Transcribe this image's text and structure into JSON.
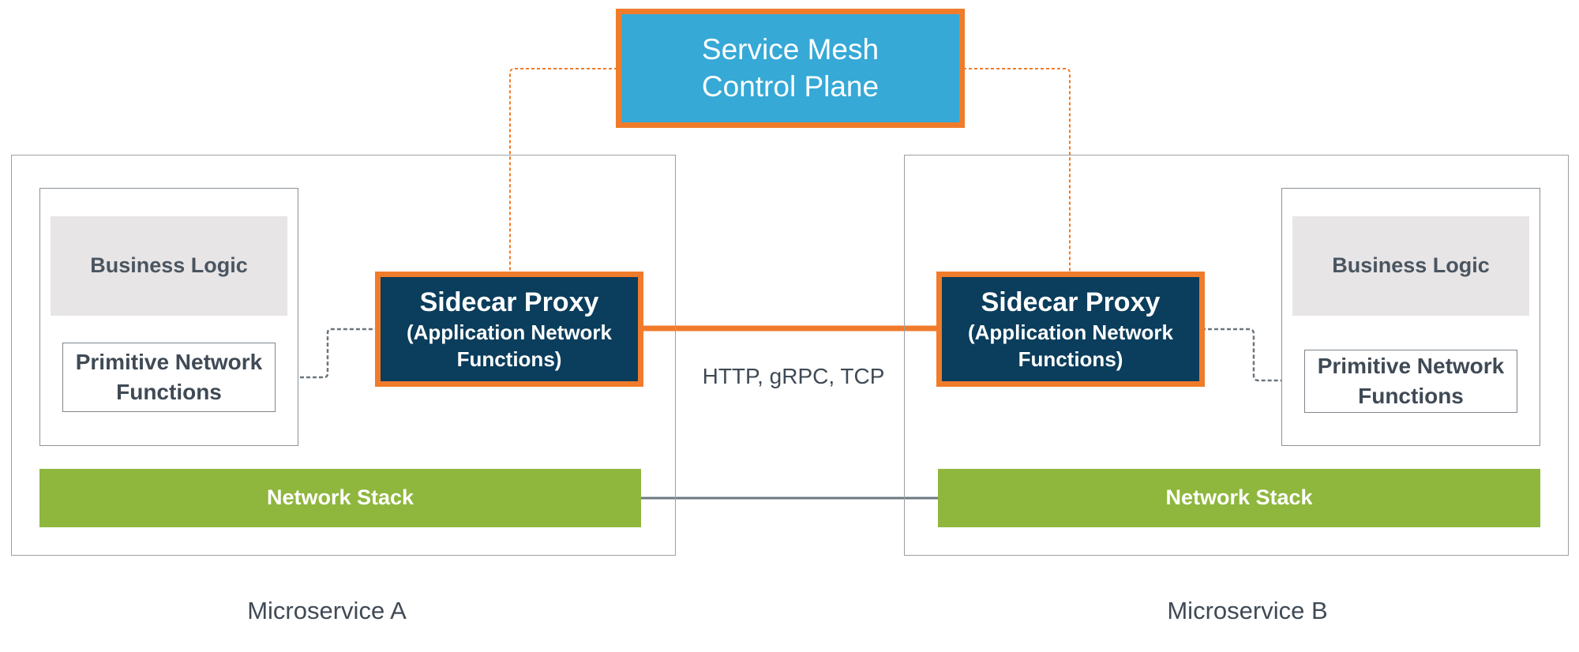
{
  "colors": {
    "orange": "#f07c2b",
    "control_plane_fill": "#36a9d6",
    "sidecar_fill": "#0b3d5c",
    "business_logic_fill": "#e7e5e6",
    "network_stack_fill": "#8fb63d",
    "dotted_line": "#6b757c",
    "solid_gray_line": "#6b7880"
  },
  "control_plane": {
    "line1": "Service Mesh",
    "line2": "Control Plane"
  },
  "protocol_label": "HTTP, gRPC, TCP",
  "microservice_a": {
    "label": "Microservice A",
    "business_logic": "Business Logic",
    "primitive_line1": "Primitive Network",
    "primitive_line2": "Functions",
    "sidecar_title": "Sidecar Proxy",
    "sidecar_sub1": "(Application Network",
    "sidecar_sub2": "Functions)",
    "network_stack": "Network Stack"
  },
  "microservice_b": {
    "label": "Microservice B",
    "business_logic": "Business Logic",
    "primitive_line1": "Primitive Network",
    "primitive_line2": "Functions",
    "sidecar_title": "Sidecar Proxy",
    "sidecar_sub1": "(Application Network",
    "sidecar_sub2": "Functions)",
    "network_stack": "Network Stack"
  }
}
